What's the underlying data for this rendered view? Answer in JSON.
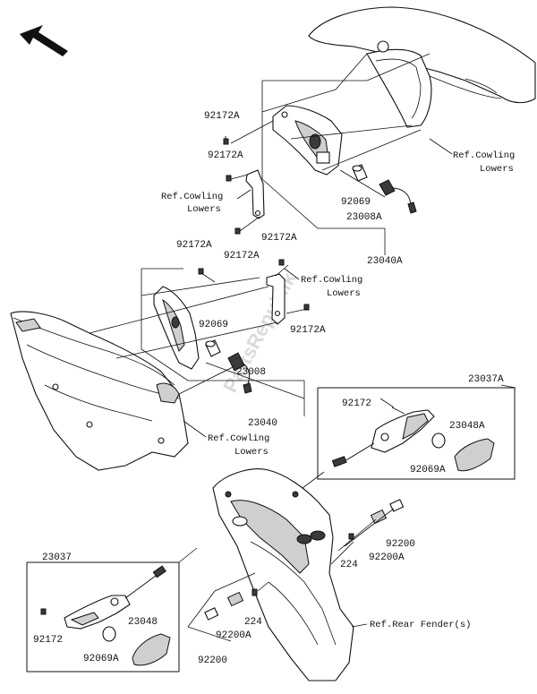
{
  "watermark": "PartsRepublik",
  "labels": {
    "l1": "92172A",
    "l2": "92172A",
    "l3": "Ref.Cowling",
    "l3b": "Lowers",
    "l4": "92069",
    "l5": "23008A",
    "l6": "Ref.Cowling",
    "l6b": "Lowers",
    "l7": "92172A",
    "l8": "23040A",
    "l9": "92172A",
    "l10": "92172A",
    "l11": "Ref.Cowling",
    "l11b": "Lowers",
    "l12": "92069",
    "l13": "92172A",
    "l14": "23008",
    "l15": "23040",
    "l16": "Ref.Cowling",
    "l16b": "Lowers",
    "l17": "23037A",
    "l18": "92172",
    "l19": "23048A",
    "l20": "92069A",
    "l21": "92200",
    "l22": "92200A",
    "l23": "224",
    "l24": "23037",
    "l25": "224",
    "l26": "23048",
    "l27": "92200A",
    "l28": "92172",
    "l29": "92069A",
    "l30": "92200",
    "l31": "Ref.Rear Fender(s)"
  }
}
